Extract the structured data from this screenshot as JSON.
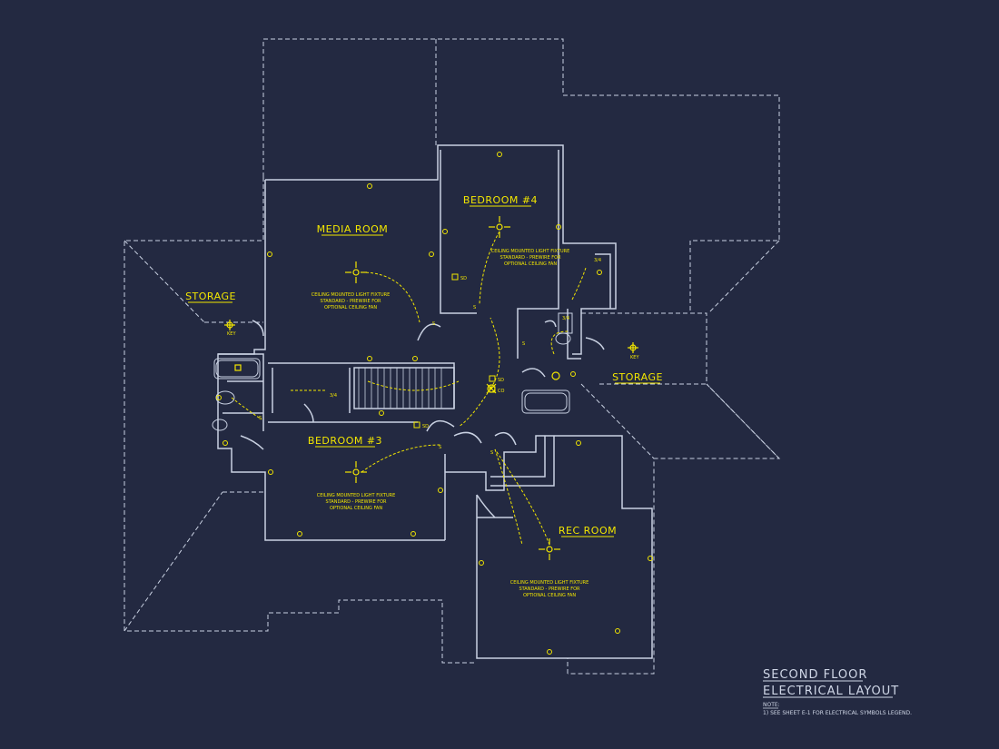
{
  "drawing": {
    "colors": {
      "background": "#232941",
      "walls": "#c9d1e2",
      "electrical": "#f2e600"
    },
    "rooms": {
      "media": "MEDIA ROOM",
      "bedroom4": "BEDROOM #4",
      "bedroom3": "BEDROOM #3",
      "rec": "REC ROOM",
      "storage_left": "STORAGE",
      "storage_right": "STORAGE"
    },
    "fixture_note": [
      "CEILING MOUNTED LIGHT FIXTURE",
      "STANDARD - PREWIRE FOR",
      "OPTIONAL CEILING FAN"
    ],
    "marks": {
      "sd": "SD",
      "co": "CO",
      "key": "KEY",
      "switch_2": "S",
      "three_quarter": "3/4"
    },
    "title_block": {
      "line1": "SECOND FLOOR",
      "line2": "ELECTRICAL LAYOUT",
      "note_label": "NOTE:",
      "note_text": "1) SEE SHEET E-1 FOR ELECTRICAL SYMBOLS LEGEND."
    }
  }
}
